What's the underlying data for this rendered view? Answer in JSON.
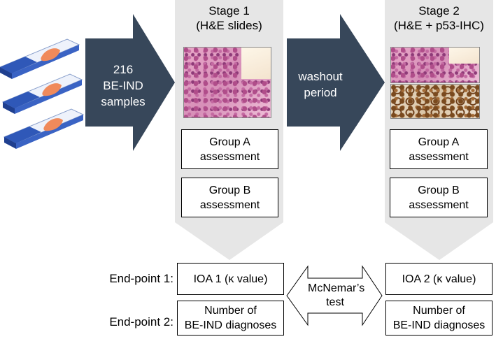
{
  "input": {
    "line1": "216",
    "line2": "BE-IND",
    "line3": "samples"
  },
  "washout": {
    "line1": "washout",
    "line2": "period"
  },
  "stage1": {
    "title": "Stage 1",
    "subtitle": "(H&E slides)",
    "group_a": [
      "Group A",
      "assessment"
    ],
    "group_b": [
      "Group B",
      "assessment"
    ]
  },
  "stage2": {
    "title": "Stage 2",
    "subtitle": "(H&E + p53-IHC)",
    "group_a": [
      "Group A",
      "assessment"
    ],
    "group_b": [
      "Group B",
      "assessment"
    ]
  },
  "endpoints": {
    "ep1_label": "End-point 1:",
    "ep2_label": "End-point 2:",
    "ioa1": "IOA 1 (κ value)",
    "ioa2": "IOA 2 (κ value)",
    "number_of": "Number of",
    "diagnoses": "BE-IND diagnoses"
  },
  "test": {
    "line1": "McNemar’s",
    "line2": "test"
  },
  "colors": {
    "dark_arrow": "#37475a",
    "stage_panel": "#e6e6e6",
    "slide_blue": "#2f58b8",
    "tissue": "#f08a5b"
  }
}
